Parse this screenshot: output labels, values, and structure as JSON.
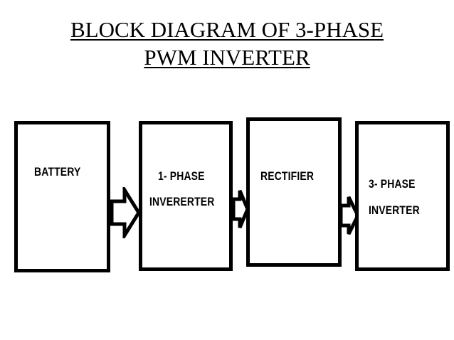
{
  "title": {
    "line1": "BLOCK DIAGRAM OF 3-PHASE",
    "line2": "PWM INVERTER"
  },
  "blocks": [
    {
      "lines": [
        "BATTERY"
      ]
    },
    {
      "lines": [
        "1- PHASE",
        "INVERERTER"
      ]
    },
    {
      "lines": [
        "RECTIFIER"
      ]
    },
    {
      "lines": [
        "3- PHASE",
        "INVERTER"
      ]
    }
  ],
  "colors": {
    "stroke": "#000000",
    "background": "#ffffff"
  }
}
